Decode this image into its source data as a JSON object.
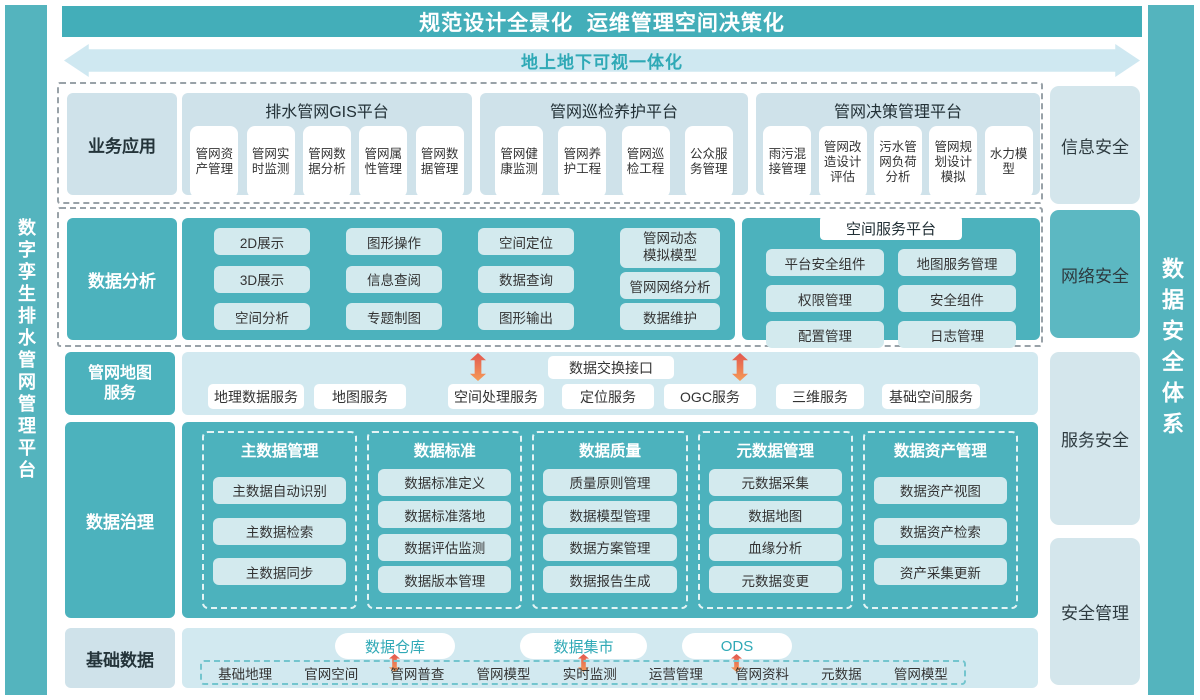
{
  "colors": {
    "teal": "#43aeb9",
    "teal_panel": "#4cb2bd",
    "light_panel": "#cfe2ea",
    "light_chip": "#d3eaee",
    "arrow_band": "#cfe8f1",
    "teal_text": "#2fa9b6",
    "network_security_bg": "#5cb8c2",
    "security_box_bg": "#d4e6ec",
    "arrow_red": "#e2574f",
    "arrow_orange": "#f59b57"
  },
  "banner": {
    "title": "规范设计全景化  运维管理空间决策化"
  },
  "arrow_banner": {
    "label": "地上地下可视一体化"
  },
  "left_bar": {
    "label": "数字孪生排水管网管理平台"
  },
  "right_bar": {
    "label": "数据安全体系"
  },
  "security": {
    "items": [
      {
        "label": "信息安全"
      },
      {
        "label": "网络安全"
      },
      {
        "label": "服务安全"
      },
      {
        "label": "安全管理"
      }
    ]
  },
  "rows": {
    "business": {
      "label": "业务应用",
      "platforms": [
        {
          "title": "排水管网GIS平台",
          "items": [
            "管网资产管理",
            "管网实时监测",
            "管网数据分析",
            "管网属性管理",
            "管网数据管理"
          ]
        },
        {
          "title": "管网巡检养护平台",
          "items": [
            "管网健康监测",
            "管网养护工程",
            "管网巡检工程",
            "公众服务管理"
          ]
        },
        {
          "title": "管网决策管理平台",
          "items": [
            "雨污混接管理",
            "管网改造设计评估",
            "污水管网负荷分析",
            "管网规划设计模拟",
            "水力模型"
          ]
        }
      ]
    },
    "analysis": {
      "label": "数据分析",
      "columns": [
        [
          "2D展示",
          "3D展示",
          "空间分析"
        ],
        [
          "图形操作",
          "信息查阅",
          "专题制图"
        ],
        [
          "空间定位",
          "数据查询",
          "图形输出"
        ],
        [
          "管网动态\n模拟模型",
          "管网网络分析",
          "数据维护"
        ]
      ],
      "service_platform": {
        "title": "空间服务平台",
        "items": [
          "平台安全组件",
          "地图服务管理",
          "权限管理",
          "安全组件",
          "配置管理",
          "日志管理"
        ]
      }
    },
    "map_service": {
      "label": "管网地图\n服务",
      "exchange_label": "数据交换接口",
      "items": [
        "地理数据服务",
        "地图服务",
        "空间处理服务",
        "定位服务",
        "OGC服务",
        "三维服务",
        "基础空间服务"
      ]
    },
    "governance": {
      "label": "数据治理",
      "sections": [
        {
          "title": "主数据管理",
          "items": [
            "主数据自动识别",
            "主数据检索",
            "主数据同步"
          ]
        },
        {
          "title": "数据标准",
          "items": [
            "数据标准定义",
            "数据标准落地",
            "数据评估监测",
            "数据版本管理"
          ]
        },
        {
          "title": "数据质量",
          "items": [
            "质量原则管理",
            "数据模型管理",
            "数据方案管理",
            "数据报告生成"
          ]
        },
        {
          "title": "元数据管理",
          "items": [
            "元数据采集",
            "数据地图",
            "血缘分析",
            "元数据变更"
          ]
        },
        {
          "title": "数据资产管理",
          "items": [
            "数据资产视图",
            "数据资产检索",
            "资产采集更新"
          ]
        }
      ]
    },
    "base_data": {
      "label": "基础数据",
      "stores": [
        "数据仓库",
        "数据集市",
        "ODS"
      ],
      "sources": [
        "基础地理",
        "官网空间",
        "管网普查",
        "管网模型",
        "实时监测",
        "运营管理",
        "管网资料",
        "元数据",
        "管网模型"
      ]
    }
  }
}
